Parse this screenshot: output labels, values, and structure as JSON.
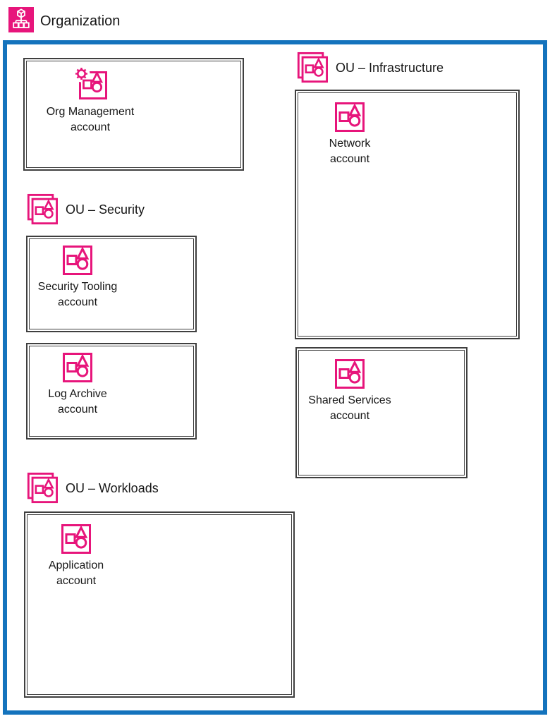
{
  "header": {
    "title": "Organization"
  },
  "colors": {
    "pink": "#E7157B",
    "blue": "#1473BD",
    "border": "#3F3F3F"
  },
  "org": {
    "management_account": {
      "line1": "Org Management",
      "line2": "account"
    },
    "ous": [
      {
        "name": "OU – Security",
        "accounts": [
          {
            "line1": "Security Tooling",
            "line2": "account"
          },
          {
            "line1": "Log Archive",
            "line2": "account"
          }
        ]
      },
      {
        "name": "OU – Workloads",
        "accounts": [
          {
            "line1": "Application",
            "line2": "account"
          }
        ]
      },
      {
        "name": "OU – Infrastructure",
        "accounts": [
          {
            "line1": "Network",
            "line2": "account"
          },
          {
            "line1": "Shared Services",
            "line2": "account"
          }
        ]
      }
    ]
  }
}
